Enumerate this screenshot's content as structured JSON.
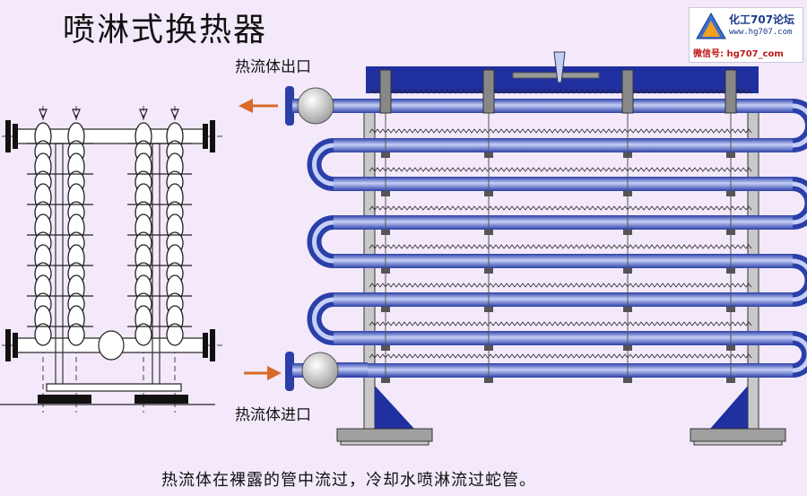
{
  "title": "喷淋式换热器",
  "logo": {
    "name": "化工707论坛",
    "url": "www.hg707.com",
    "wechat": "微信号: hg707_com"
  },
  "labels": {
    "outlet": "热流体出口",
    "inlet": "热流体进口"
  },
  "caption": "热流体在裸露的管中流过，冷却水喷淋流过蛇管。",
  "colors": {
    "background": "#f3e9fa",
    "pipe": "#4a66c8",
    "pipe_light": "#c6cff7",
    "frame_blue": "#2030a0",
    "arrow": "#d86a2a",
    "gray": "#808080"
  }
}
